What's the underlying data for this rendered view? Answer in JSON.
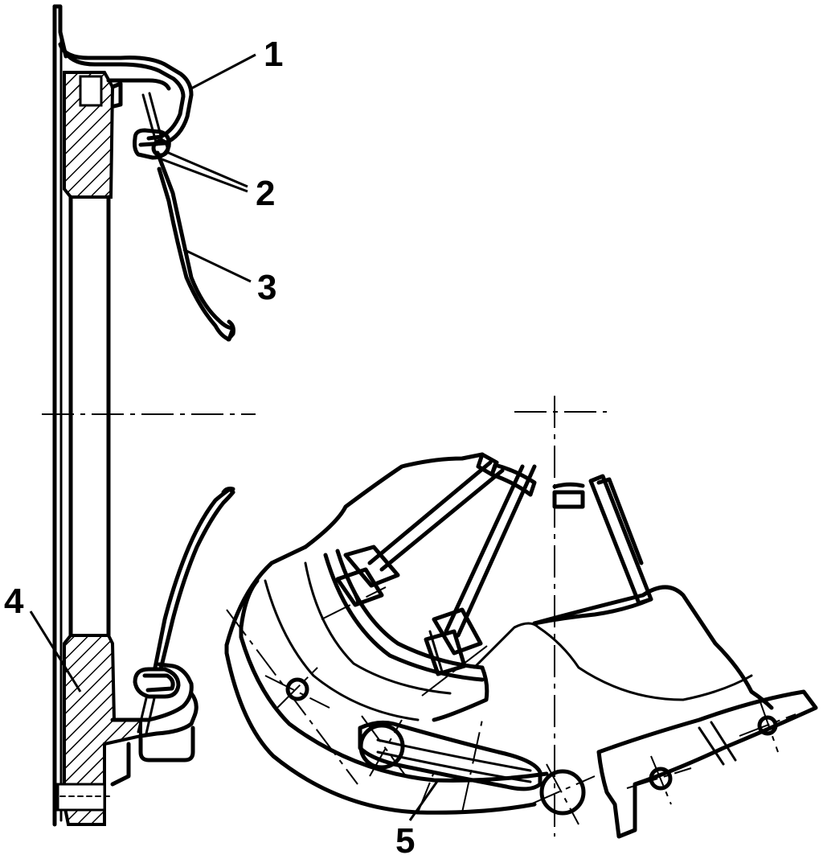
{
  "callouts": {
    "c1": "1",
    "c2": "2",
    "c3": "3",
    "c4": "4",
    "c5": "5"
  },
  "colors": {
    "ink": "#000000",
    "paper": "#ffffff"
  }
}
